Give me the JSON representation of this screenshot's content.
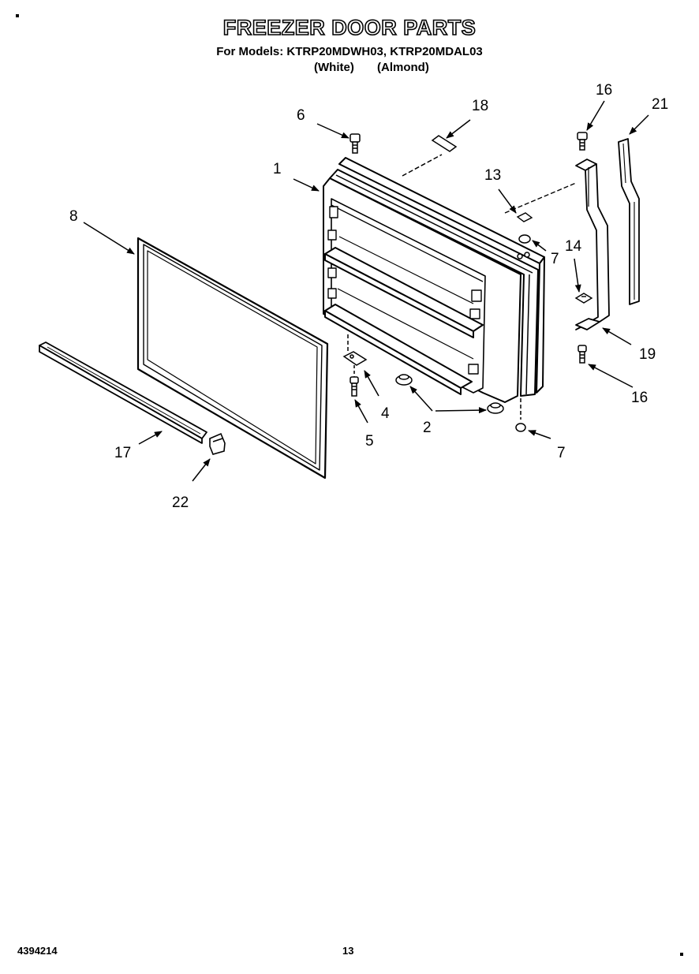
{
  "header": {
    "title": "FREEZER DOOR PARTS",
    "models_line": "For Models: KTRP20MDWH03, KTRP20MDAL03",
    "variant_white": "(White)",
    "variant_almond": "(Almond)"
  },
  "callouts": {
    "c1": "1",
    "c2": "2",
    "c4": "4",
    "c5": "5",
    "c6": "6",
    "c7a": "7",
    "c7b": "7",
    "c8": "8",
    "c13": "13",
    "c14": "14",
    "c16a": "16",
    "c16b": "16",
    "c17": "17",
    "c18": "18",
    "c19": "19",
    "c21": "21",
    "c22": "22"
  },
  "footer": {
    "doc_number": "4394214",
    "page_number": "13"
  }
}
